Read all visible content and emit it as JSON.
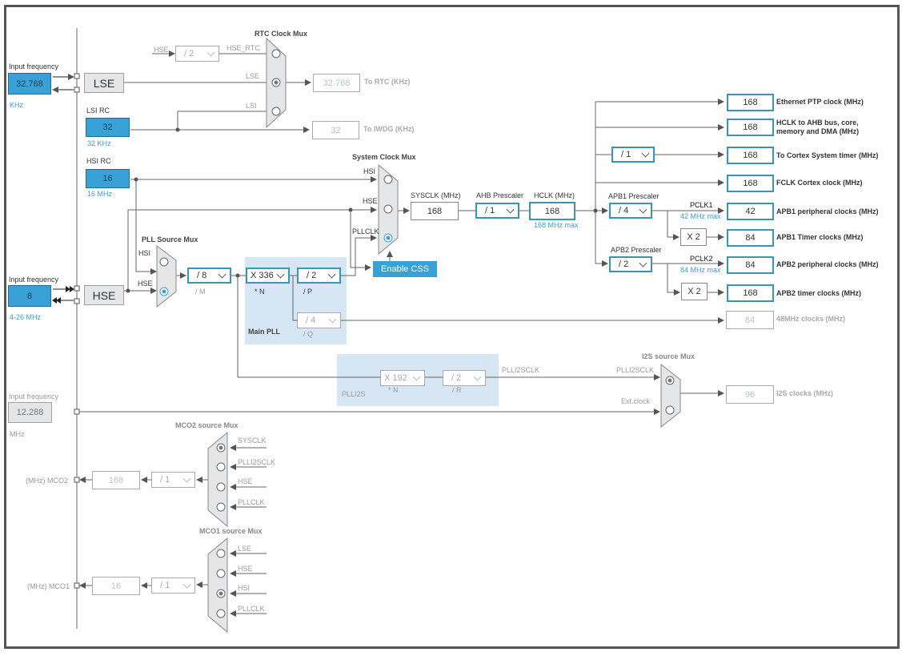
{
  "inputs": {
    "lse": {
      "label": "Input frequency",
      "value": "32.768",
      "unit": "KHz",
      "block": "LSE"
    },
    "hse": {
      "label": "Input frequency",
      "value": "8",
      "unit": "4-26 MHz",
      "block": "HSE"
    },
    "ext": {
      "label": "Input frequency",
      "value": "12.288",
      "unit": "MHz"
    }
  },
  "lsi": {
    "title": "LSI RC",
    "value": "32",
    "unit": "32 KHz"
  },
  "hsi": {
    "title": "HSI RC",
    "value": "16",
    "unit": "16 MHz"
  },
  "rtc_mux": {
    "title": "RTC Clock Mux",
    "hse_label": "HSE",
    "hse_div": "/ 2",
    "inputs": [
      "HSE_RTC",
      "LSE",
      "LSI"
    ],
    "selected": "LSE",
    "out_rtc": {
      "value": "32.768",
      "label": "To RTC (KHz)"
    },
    "out_iwdg": {
      "value": "32",
      "label": "To IWDG (KHz)"
    }
  },
  "pll_src_mux": {
    "title": "PLL Source Mux",
    "inputs": [
      "HSI",
      "HSE"
    ],
    "selected": "HSE"
  },
  "main_pll": {
    "title": "Main PLL",
    "m": {
      "value": "/ 8",
      "label": "/ M"
    },
    "n": {
      "value": "X 336",
      "label": "* N"
    },
    "p": {
      "value": "/ 2",
      "label": "/ P"
    },
    "q": {
      "value": "/ 4",
      "label": "/ Q"
    }
  },
  "sys_mux": {
    "title": "System Clock Mux",
    "inputs": [
      "HSI",
      "HSE",
      "PLLCLK"
    ],
    "selected": "PLLCLK"
  },
  "enable_css": "Enable CSS",
  "sysclk": {
    "label": "SYSCLK (MHz)",
    "value": "168"
  },
  "ahb": {
    "label": "AHB Prescaler",
    "value": "/ 1"
  },
  "hclk": {
    "label": "HCLK (MHz)",
    "value": "168",
    "max": "168 MHz max"
  },
  "cortex_div": "/ 1",
  "apb1": {
    "label": "APB1 Prescaler",
    "value": "/ 4",
    "pclk": "PCLK1",
    "max": "42 MHz max",
    "mult": "X 2"
  },
  "apb2": {
    "label": "APB2 Prescaler",
    "value": "/ 2",
    "pclk": "PCLK2",
    "max": "84 MHz max",
    "mult": "X 2"
  },
  "outputs": [
    {
      "value": "168",
      "label": "Ethernet PTP clock (MHz)"
    },
    {
      "value": "168",
      "label": "HCLK to AHB bus, core, memory and DMA (MHz)"
    },
    {
      "value": "168",
      "label": "To Cortex System timer (MHz)"
    },
    {
      "value": "168",
      "label": "FCLK Cortex clock (MHz)"
    },
    {
      "value": "42",
      "label": "APB1 peripheral clocks (MHz)"
    },
    {
      "value": "84",
      "label": "APB1 Timer clocks (MHz)"
    },
    {
      "value": "84",
      "label": "APB2 peripheral clocks (MHz)"
    },
    {
      "value": "168",
      "label": "APB2 timer clocks (MHz)"
    },
    {
      "value": "84",
      "label": "48MHz clocks (MHz)"
    }
  ],
  "plli2s": {
    "title": "PLLI2S",
    "n": {
      "value": "X 192",
      "label": "* N"
    },
    "r": {
      "value": "/ 2",
      "label": "/ R"
    },
    "out": "PLLI2SCLK"
  },
  "i2s_mux": {
    "title": "I2S source Mux",
    "inputs": [
      "PLLI2SCLK",
      "Ext.clock"
    ],
    "selected": "PLLI2SCLK",
    "out": {
      "value": "96",
      "label": "I2S clocks (MHz)"
    }
  },
  "mco2": {
    "title": "MCO2 source Mux",
    "inputs": [
      "SYSCLK",
      "PLLI2SCLK",
      "HSE",
      "PLLCLK"
    ],
    "selected": "SYSCLK",
    "div": "/ 1",
    "value": "168",
    "pin": "(MHz) MCO2"
  },
  "mco1": {
    "title": "MCO1 source Mux",
    "inputs": [
      "LSE",
      "HSE",
      "HSI",
      "PLLCLK"
    ],
    "selected": "HSI",
    "div": "/ 1",
    "value": "16",
    "pin": "(MHz) MCO1"
  }
}
